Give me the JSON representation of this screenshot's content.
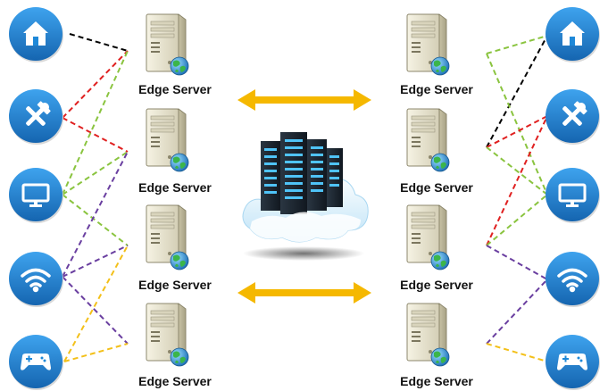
{
  "colors": {
    "device_circle": "#1e88d8",
    "device_circle_dark": "#1565b0",
    "arrow": "#f5b800",
    "link_black": "#000000",
    "link_red": "#e02020",
    "link_green": "#8ac43f",
    "link_purple": "#6a3fa0",
    "link_yellow": "#f3c019",
    "server_body": "#eae6d2",
    "globe": "#2f9e44"
  },
  "left_devices": [
    {
      "icon": "home-icon"
    },
    {
      "icon": "tools-icon"
    },
    {
      "icon": "monitor-icon"
    },
    {
      "icon": "wifi-icon"
    },
    {
      "icon": "gamepad-icon"
    }
  ],
  "right_devices": [
    {
      "icon": "home-icon"
    },
    {
      "icon": "tools-icon"
    },
    {
      "icon": "monitor-icon"
    },
    {
      "icon": "wifi-icon"
    },
    {
      "icon": "gamepad-icon"
    }
  ],
  "left_servers": [
    {
      "label": "Edge Server"
    },
    {
      "label": "Edge Server"
    },
    {
      "label": "Edge Server"
    },
    {
      "label": "Edge Server"
    }
  ],
  "right_servers": [
    {
      "label": "Edge Server"
    },
    {
      "label": "Edge Server"
    },
    {
      "label": "Edge Server"
    },
    {
      "label": "Edge Server"
    }
  ],
  "center": {
    "icon": "cloud-datacenter-icon"
  }
}
